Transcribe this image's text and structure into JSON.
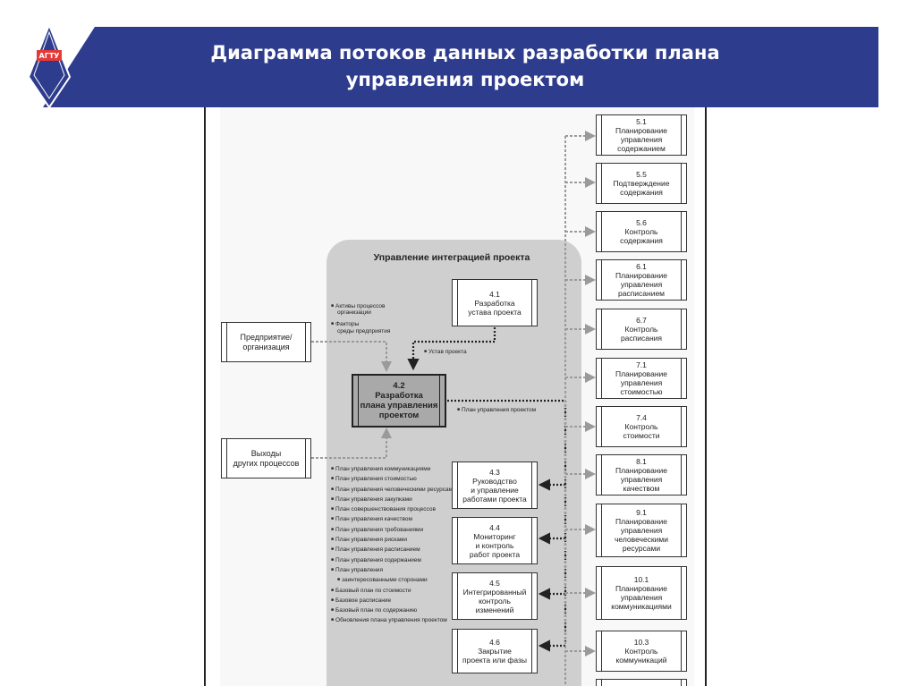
{
  "header": {
    "title_line1": "Диаграмма потоков данных разработки плана",
    "title_line2": "управления проектом",
    "logo_text": "АГТУ",
    "color_banner": "#2e3c8e"
  },
  "diagram": {
    "group_title": "Управление интеграцией проекта",
    "external": {
      "enterprise": [
        "Предприятие/",
        "организация"
      ],
      "other_outputs": [
        "Выходы",
        "других процессов"
      ]
    },
    "enterprise_flows": [
      "Активы процессов",
      "организации",
      "Факторы",
      "среды предприятия"
    ],
    "charter_flow": "Устав проекта",
    "plan_flow": "План управления проектом",
    "main_process": {
      "num": "4.2",
      "lines": [
        "Разработка",
        "плана управления",
        "проектом"
      ]
    },
    "charter_process": {
      "num": "4.1",
      "lines": [
        "Разработка",
        "устава проекта"
      ]
    },
    "integration_processes": [
      {
        "num": "4.3",
        "lines": [
          "Руководство",
          "и управление",
          "работами проекта"
        ]
      },
      {
        "num": "4.4",
        "lines": [
          "Мониторинг",
          "и контроль",
          "работ проекта"
        ]
      },
      {
        "num": "4.5",
        "lines": [
          "Интегрированный",
          "контроль",
          "изменений"
        ]
      },
      {
        "num": "4.6",
        "lines": [
          "Закрытие",
          "проекта или фазы"
        ]
      }
    ],
    "other_inputs": [
      "План управления коммуникациями",
      "План управления стоимостью",
      "План управления человеческими ресурсами",
      "План управления закупками",
      "План совершенствования процессов",
      "План управления качеством",
      "План управления требованиями",
      "План управления рисками",
      "План управления расписанием",
      "План управления содержанием",
      "План управления",
      "заинтересованными сторонами",
      "Базовый план по стоимости",
      "Базовое расписание",
      "Базовый план по содержанию",
      "Обновления плана управления проектом"
    ],
    "right_processes": [
      {
        "num": "5.1",
        "lines": [
          "Планирование",
          "управления",
          "содержанием"
        ]
      },
      {
        "num": "5.5",
        "lines": [
          "Подтверждение",
          "содержания"
        ]
      },
      {
        "num": "5.6",
        "lines": [
          "Контроль",
          "содержания"
        ]
      },
      {
        "num": "6.1",
        "lines": [
          "Планирование",
          "управления",
          "расписанием"
        ]
      },
      {
        "num": "6.7",
        "lines": [
          "Контроль",
          "расписания"
        ]
      },
      {
        "num": "7.1",
        "lines": [
          "Планирование",
          "управления",
          "стоимостью"
        ]
      },
      {
        "num": "7.4",
        "lines": [
          "Контроль",
          "стоимости"
        ]
      },
      {
        "num": "8.1",
        "lines": [
          "Планирование",
          "управления",
          "качеством"
        ]
      },
      {
        "num": "9.1",
        "lines": [
          "Планирование",
          "управления",
          "человеческими",
          "ресурсами"
        ]
      },
      {
        "num": "10.1",
        "lines": [
          "Планирование",
          "управления",
          "коммуникациями"
        ]
      },
      {
        "num": "10.3",
        "lines": [
          "Контроль",
          "коммуникаций"
        ]
      }
    ]
  }
}
